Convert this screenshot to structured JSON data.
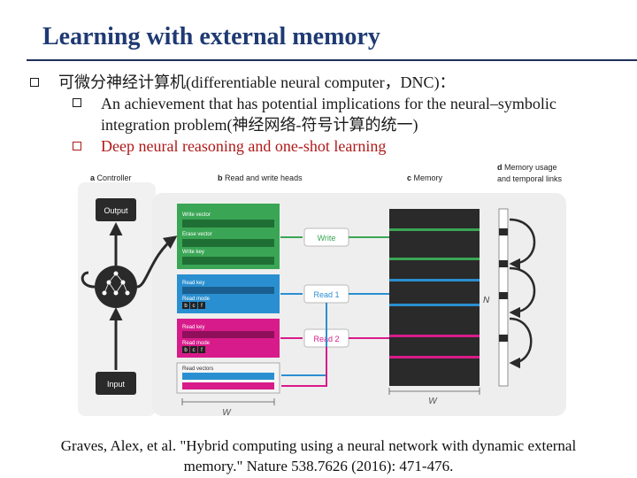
{
  "slide": {
    "title": "Learning with  external  memory",
    "bullets": [
      {
        "text": "可微分神经计算机(differentiable neural computer，DNC)："
      },
      {
        "text": "An achievement that has potential implications for the neural–symbolic",
        "text2": "integration problem(神经网络-符号计算的统一)"
      },
      {
        "text": "Deep neural reasoning and one-shot learning"
      }
    ],
    "citation_line1": "Graves, Alex, et al. \"Hybrid computing using a neural network with dynamic external",
    "citation_line2": "memory.\" Nature 538.7626 (2016): 471-476."
  },
  "diagram": {
    "panel_a": {
      "letter": "a",
      "title": "Controller",
      "output": "Output",
      "input": "Input"
    },
    "panel_b": {
      "letter": "b",
      "title": "Read and write heads",
      "write_vector": "Write vector",
      "erase_vector": "Erase vector",
      "write_key": "Write key",
      "read_key_1": "Read key",
      "read_mode_1": "Read mode",
      "read_key_2": "Read key",
      "read_mode_2": "Read mode",
      "read_vectors": "Read vectors",
      "mode_b": "b",
      "mode_c": "c",
      "mode_f": "f",
      "write": "Write",
      "read1": "Read 1",
      "read2": "Read 2",
      "w_label": "W"
    },
    "panel_c": {
      "letter": "c",
      "title": "Memory",
      "n_label": "N",
      "w_label": "W"
    },
    "panel_d": {
      "letter": "d",
      "title_line1": "Memory usage",
      "title_line2": "and temporal links"
    },
    "colors": {
      "green": "#3aa655",
      "blue": "#2a8fd0",
      "magenta": "#d81b8a",
      "dark": "#2a2a2a",
      "panel": "#f1f1f1",
      "title_blue": "#1f3a73",
      "bullet_red": "#b01818"
    }
  }
}
